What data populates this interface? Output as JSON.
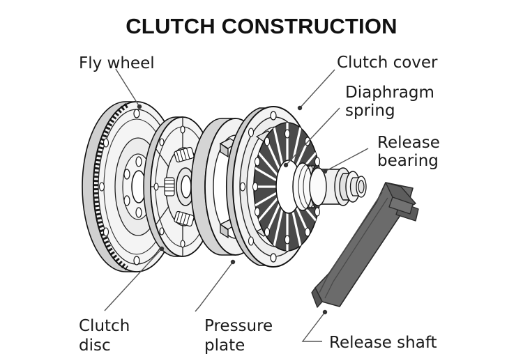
{
  "title": "CLUTCH CONSTRUCTION",
  "labels": {
    "fly_wheel": "Fly wheel",
    "clutch_cover": "Clutch cover",
    "diaphragm_spring_line1": "Diaphragm",
    "diaphragm_spring_line2": "spring",
    "release_bearing_line1": "Release",
    "release_bearing_line2": "bearing",
    "clutch_disc_line1": "Clutch",
    "clutch_disc_line2": "disc",
    "pressure_plate_line1": "Pressure",
    "pressure_plate_line2": "plate",
    "release_shaft": "Release shaft"
  },
  "parts": [
    {
      "name": "fly-wheel",
      "label": "Fly wheel"
    },
    {
      "name": "clutch-disc",
      "label": "Clutch disc"
    },
    {
      "name": "pressure-plate",
      "label": "Pressure plate"
    },
    {
      "name": "clutch-cover",
      "label": "Clutch cover"
    },
    {
      "name": "diaphragm-spring",
      "label": "Diaphragm spring"
    },
    {
      "name": "release-bearing",
      "label": "Release bearing"
    },
    {
      "name": "release-shaft",
      "label": "Release shaft"
    }
  ],
  "colors": {
    "background": "#ffffff",
    "title": "#111111",
    "label": "#1a1a1a",
    "outline": "#111111",
    "leader_line": "#555555",
    "metal_light": "#f2f2f2",
    "metal_mid": "#d9d9d9",
    "metal_shade": "#c4c4c4",
    "diaphragm_dark": "#4a4a4a",
    "release_shaft_gray": "#6b6b6b",
    "release_shaft_dark": "#4f4f4f"
  }
}
